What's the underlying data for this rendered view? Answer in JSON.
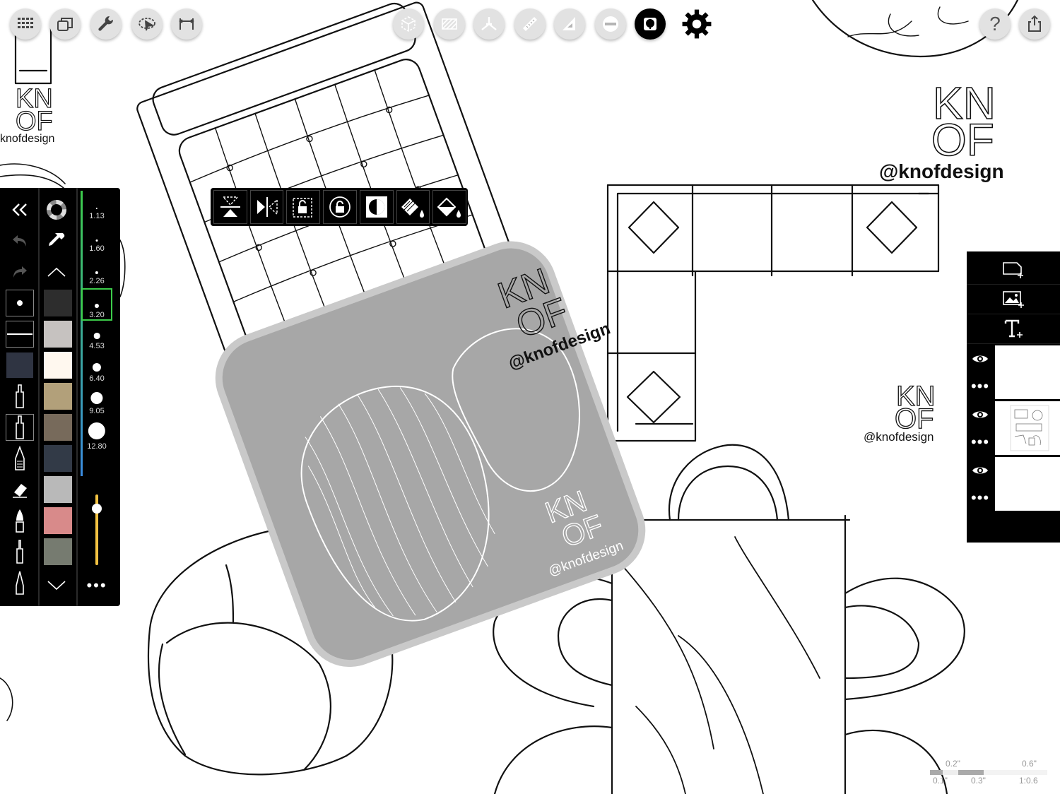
{
  "watermarks": {
    "kn": "KN",
    "of": "OF",
    "handle_full": "@knofdesign",
    "handle_short": "knofdesign"
  },
  "top_toolbar": {
    "left": [
      {
        "name": "gallery",
        "icon": "grid-icon"
      },
      {
        "name": "layers-copy",
        "icon": "copy-icon"
      },
      {
        "name": "tools",
        "icon": "wrench-icon"
      },
      {
        "name": "lasso-select",
        "icon": "lasso-icon"
      },
      {
        "name": "dimension",
        "icon": "dimension-icon"
      }
    ],
    "center": [
      {
        "name": "transform",
        "icon": "transform-icon"
      },
      {
        "name": "hatch",
        "icon": "hatch-icon"
      },
      {
        "name": "perspective",
        "icon": "perspective-icon"
      },
      {
        "name": "ruler",
        "icon": "ruler-icon"
      },
      {
        "name": "triangle-ruler",
        "icon": "triangle-icon"
      },
      {
        "name": "ellipse-guide",
        "icon": "ellipse-icon"
      },
      {
        "name": "stamp",
        "icon": "tree-stamp-icon",
        "active": true
      },
      {
        "name": "settings",
        "icon": "gear-icon"
      }
    ],
    "right": [
      {
        "name": "help",
        "icon": "question-icon",
        "label": "?"
      },
      {
        "name": "share",
        "icon": "share-icon"
      }
    ]
  },
  "brush_panel": {
    "swatches": [
      "#2d2d2d",
      "#c6c2c0",
      "#fff8ef",
      "#b2a07a",
      "#776a5b",
      "#323a47",
      "#b9b9b9",
      "#d88a8a",
      "#767b70"
    ],
    "selected_color": "#2f3442",
    "sizes": [
      "1.13",
      "1.60",
      "2.26",
      "3.20",
      "4.53",
      "6.40",
      "9.05",
      "12.80"
    ],
    "selected_size": "3.20",
    "opacity_level": 0.9,
    "more_label": "•••"
  },
  "layers": [
    {
      "visible": true,
      "has_content": false
    },
    {
      "visible": true,
      "has_content": true
    },
    {
      "visible": true,
      "has_content": false
    }
  ],
  "layer_more_label": "•••",
  "scale_readout": {
    "top_left": "0.2\"",
    "top_right": "0.6\"",
    "bottom_left": "0.1\"",
    "bottom_mid": "0.3\"",
    "ratio": "1:0.6"
  }
}
